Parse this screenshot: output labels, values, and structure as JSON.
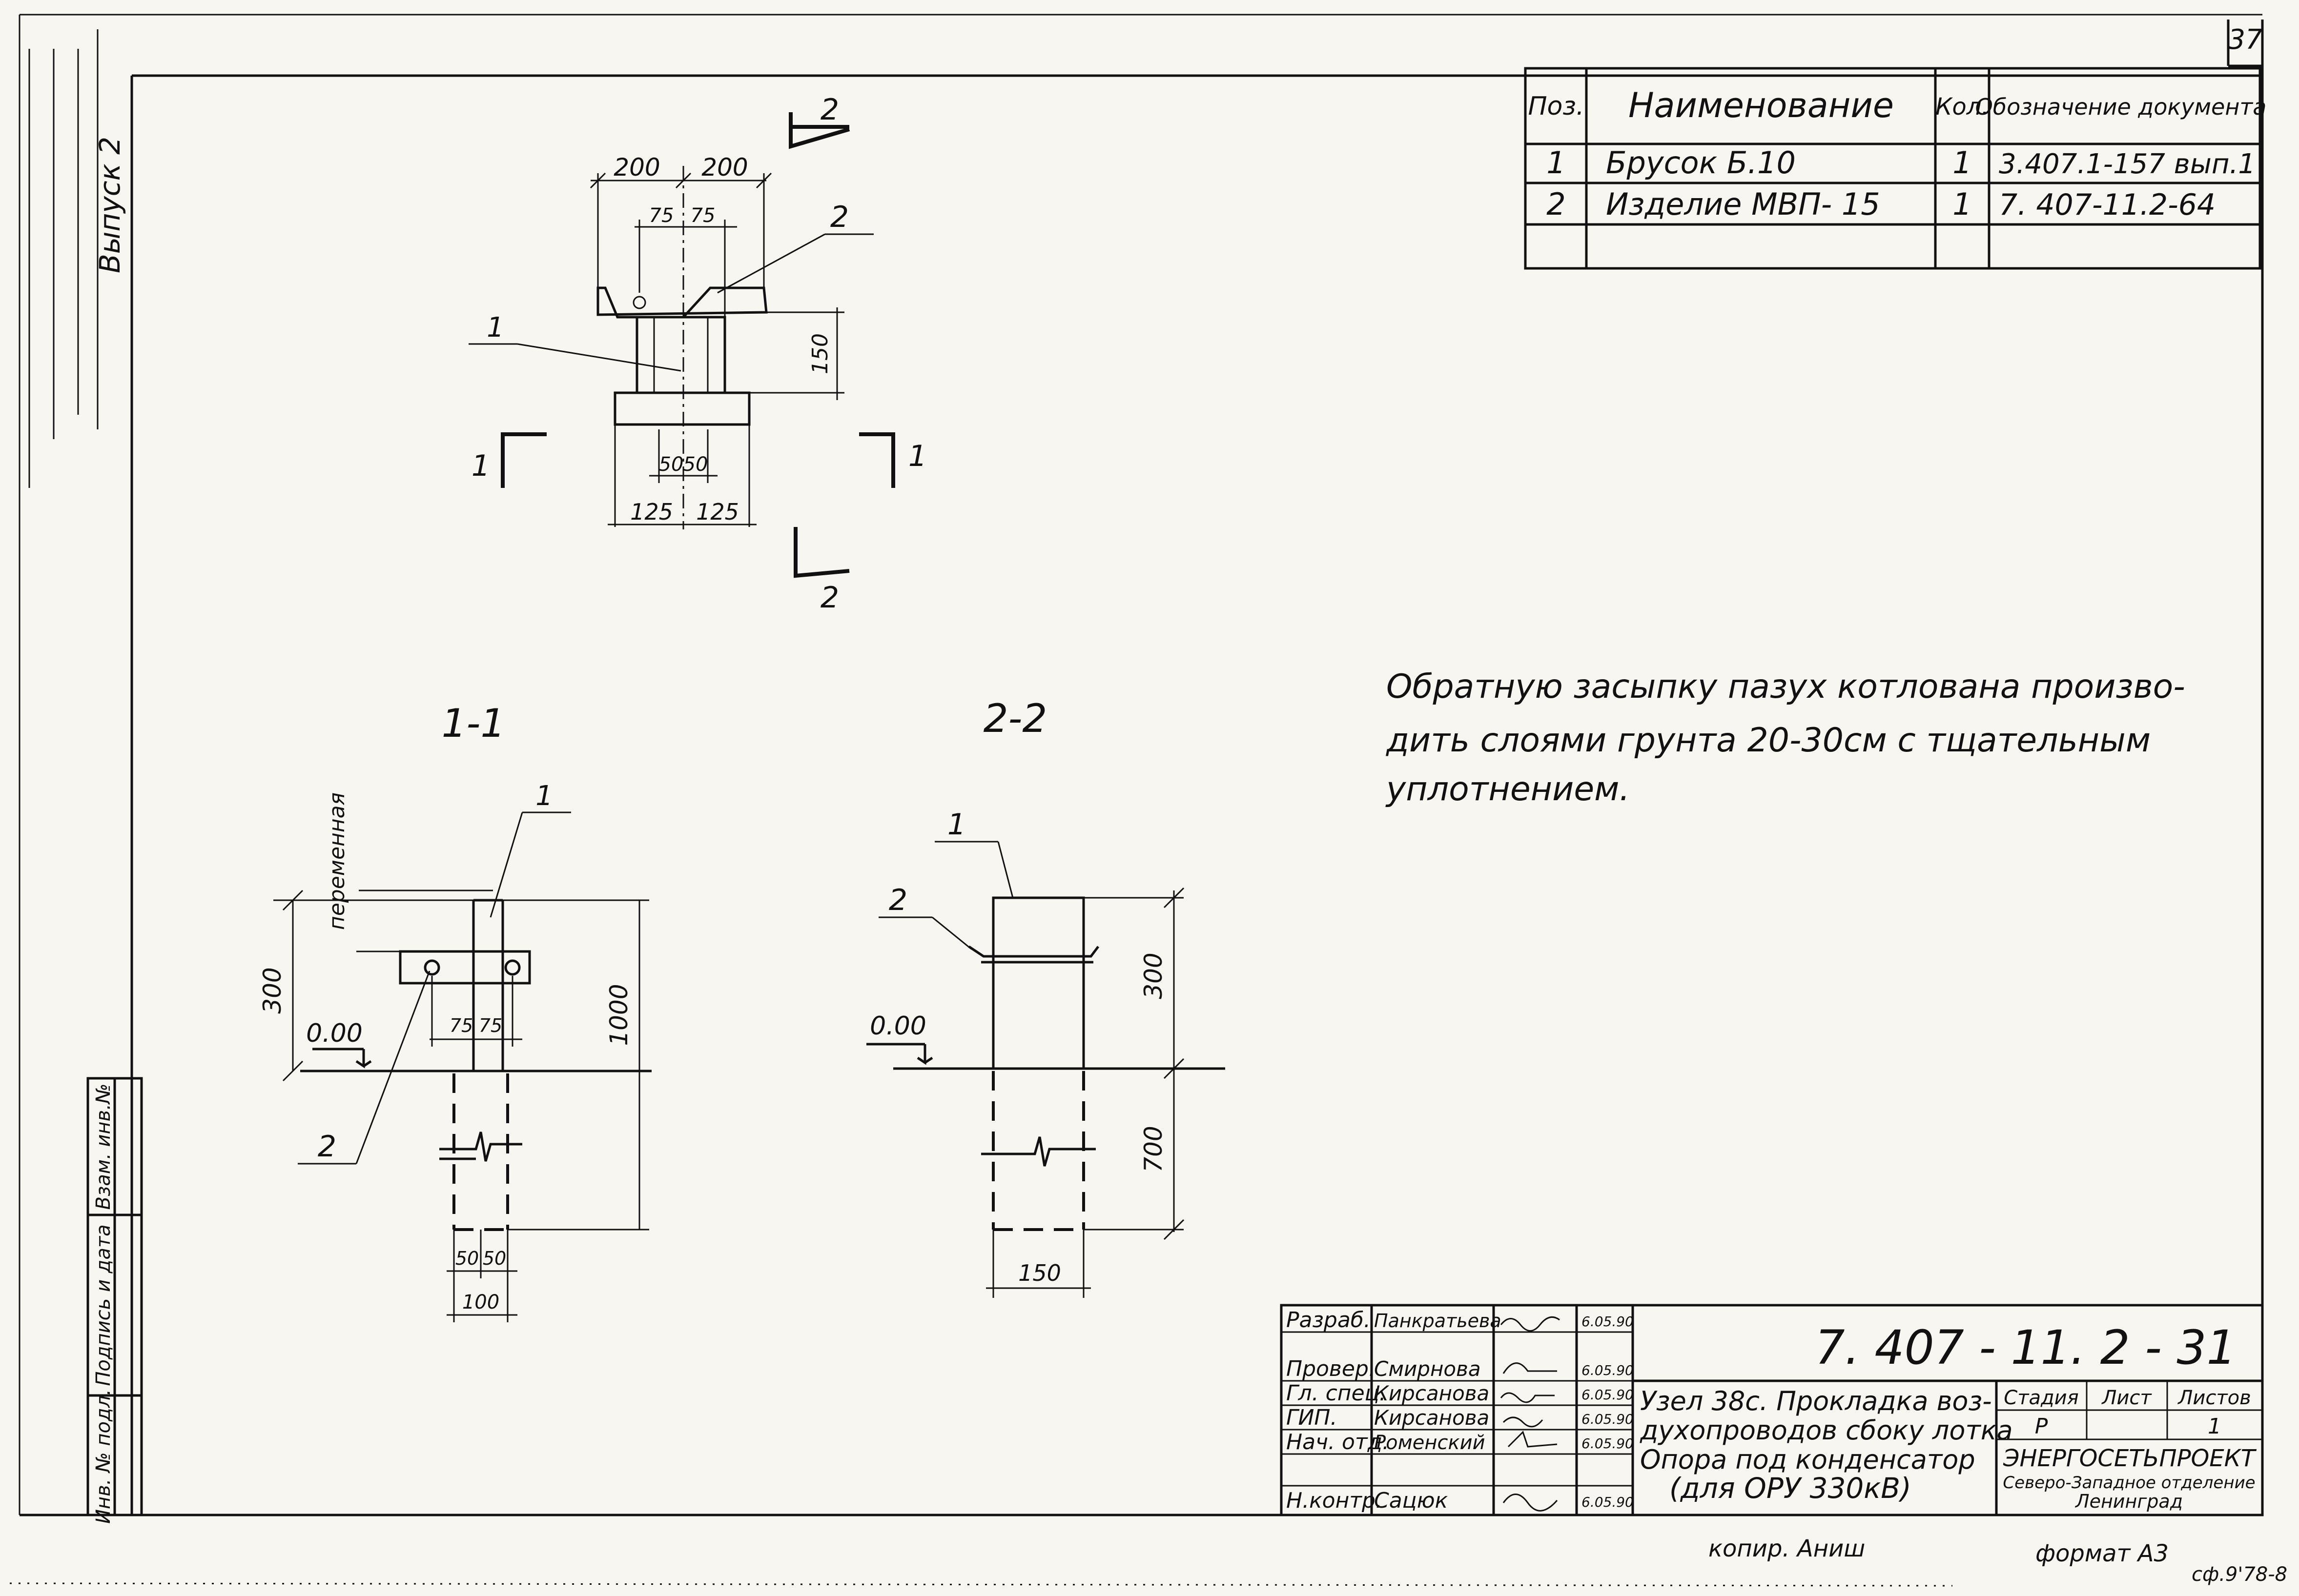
{
  "sheet": {
    "page_number": "37",
    "binding_margin_text": "Выпуск 2",
    "left_stamp": {
      "cells": [
        "Инв. № подл.",
        "Подпись и дата",
        "Взам. инв.№"
      ]
    },
    "bottom": {
      "copied_by": "копир. Аниш",
      "format": "формат А3",
      "code": "сф.9'78-8"
    }
  },
  "spec_table": {
    "headers": {
      "pos": "Поз.",
      "name": "Наименование",
      "qty": "Кол.",
      "doc": "Обозначение документа"
    },
    "rows": [
      {
        "pos": "1",
        "name": "Брусок  Б.10",
        "qty": "1",
        "doc": "3.407.1-157 вып.1"
      },
      {
        "pos": "2",
        "name": "Изделие  МВП- 15",
        "qty": "1",
        "doc": "7. 407-11.2-64"
      }
    ]
  },
  "note": {
    "lines": [
      "Обратную  засыпку  пазух  котлована  произво-",
      "дить  слоями  грунта   20-30см   с  тщательным",
      "уплотнением."
    ]
  },
  "plan_view": {
    "dims": {
      "top_left": "200",
      "top_right": "200",
      "inner_left": "75",
      "inner_right": "75",
      "height": "150",
      "bot_inner_left": "50",
      "bot_inner_right": "50",
      "bot_left": "125",
      "bot_right": "125"
    },
    "leaders": {
      "item1": "1",
      "item2": "2"
    },
    "section_marks": {
      "s1": "1",
      "s2": "2"
    }
  },
  "section_1_1": {
    "title": "1-1",
    "level": "0.00",
    "label_variable": "переменная",
    "dims": {
      "h300": "300",
      "h1000": "1000",
      "w75a": "75",
      "w75b": "75",
      "w50a": "50",
      "w50b": "50",
      "w100": "100"
    },
    "leaders": {
      "item1": "1",
      "item2": "2"
    }
  },
  "section_2_2": {
    "title": "2-2",
    "level": "0.00",
    "dims": {
      "h300": "300",
      "h700": "700",
      "w150": "150"
    },
    "leaders": {
      "item1": "1",
      "item2": "2"
    }
  },
  "title_block": {
    "roles": [
      {
        "role": "Разраб.",
        "name": "Панкратьева",
        "date": "6.05.90"
      },
      {
        "role": "Провер.",
        "name": "Смирнова",
        "date": "6.05.90"
      },
      {
        "role": "Гл. спец.",
        "name": "Кирсанова",
        "date": "6.05.90"
      },
      {
        "role": "ГИП.",
        "name": "Кирсанова",
        "date": "6.05.90"
      },
      {
        "role": "Нач. отд.",
        "name": "Роменский",
        "date": "6.05.90"
      },
      {
        "role": "Н.контр.",
        "name": "Сацюк",
        "date": "6.05.90"
      }
    ],
    "doc_number": "7. 407 - 11. 2 - 31",
    "description_lines": [
      "Узел 38с.  Прокладка  воз-",
      "духопроводов  сбоку  лотка",
      "Опора  под  конденсатор",
      "(для  ОРУ  330кВ)"
    ],
    "stage_header": "Стадия",
    "sheet_header": "Лист",
    "sheets_header": "Листов",
    "stage": "Р",
    "sheet_value": "",
    "sheets": "1",
    "org_lines": [
      "ЭНЕРГОСЕТЬПРОЕКТ",
      "Северо-Западное отделение",
      "Ленинград"
    ]
  }
}
